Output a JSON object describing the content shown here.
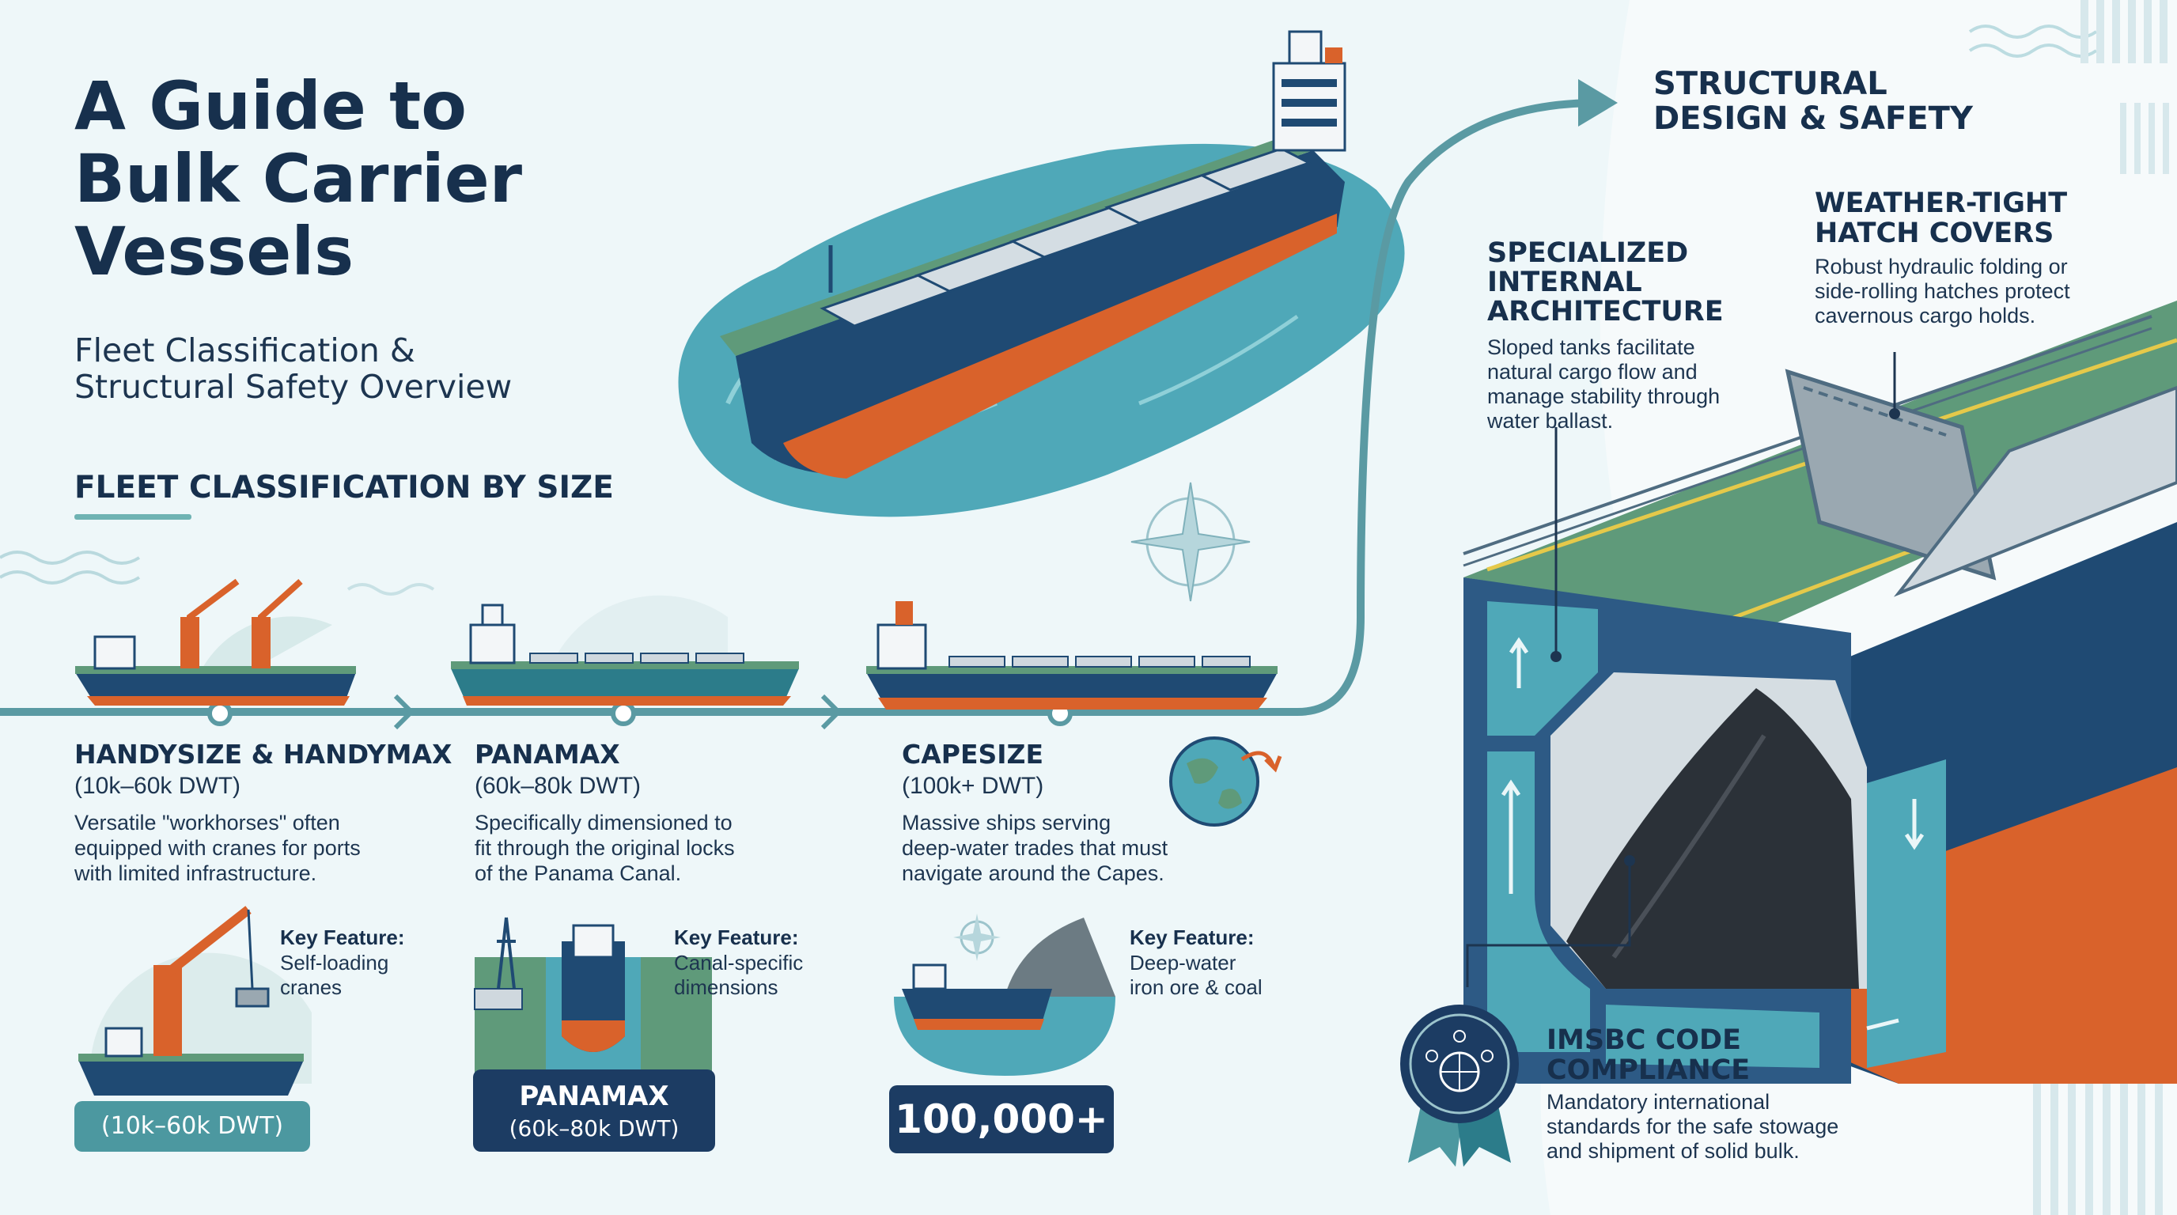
{
  "header": {
    "title_lines": [
      "A Guide to",
      "Bulk Carrier",
      "Vessels"
    ],
    "subtitle_lines": [
      "Fleet Classification &",
      "Structural Safety Overview"
    ]
  },
  "fleet": {
    "heading": "FLEET CLASSIFICATION BY SIZE",
    "classes": [
      {
        "title": "HANDYSIZE & HANDYMAX",
        "range": "(10k–60k DWT)",
        "description": [
          "Versatile \"workhorses\" often",
          "equipped with cranes for ports",
          "with limited infrastructure."
        ],
        "key_feature_label": "Key Feature:",
        "key_feature_text": [
          "Self-loading",
          "cranes"
        ],
        "badge_lines": [
          "(10k–60k DWT)"
        ]
      },
      {
        "title": "PANAMAX",
        "range": "(60k–80k DWT)",
        "description": [
          "Specifically dimensioned to",
          "fit through the original locks",
          "of the Panama Canal."
        ],
        "key_feature_label": "Key Feature:",
        "key_feature_text": [
          "Canal-specific",
          "dimensions"
        ],
        "badge_lines": [
          "PANAMAX",
          "(60k–80k DWT)"
        ]
      },
      {
        "title": "CAPESIZE",
        "range": "(100k+ DWT)",
        "description": [
          "Massive ships serving",
          "deep-water trades that must",
          "navigate around the Capes."
        ],
        "key_feature_label": "Key Feature:",
        "key_feature_text": [
          "Deep-water",
          "iron ore & coal"
        ],
        "badge_lines": [
          "100,000+"
        ]
      }
    ]
  },
  "structure": {
    "heading_lines": [
      "STRUCTURAL",
      "DESIGN & SAFETY"
    ],
    "hatch": {
      "title_lines": [
        "WEATHER-TIGHT",
        "HATCH COVERS"
      ],
      "text_lines": [
        "Robust hydraulic folding or",
        "side-rolling hatches protect",
        "cavernous cargo holds."
      ]
    },
    "internal": {
      "title_lines": [
        "SPECIALIZED",
        "INTERNAL",
        "ARCHITECTURE"
      ],
      "text_lines": [
        "Sloped tanks facilitate",
        "natural cargo flow and",
        "manage stability through",
        "water ballast."
      ]
    },
    "imsbc": {
      "title_lines": [
        "IMSBC CODE",
        "COMPLIANCE"
      ],
      "text_lines": [
        "Mandatory international",
        "standards for the safe stowage",
        "and shipment of solid bulk."
      ]
    }
  },
  "colors": {
    "navy": "#17304d",
    "hull_blue": "#1f4a73",
    "hull_orange": "#d9622b",
    "deck_green": "#5f9a7a",
    "teal": "#5a9aa3",
    "water": "#4fa8b8",
    "badge_teal": "#4c98a0",
    "badge_navy": "#1c3c63"
  }
}
